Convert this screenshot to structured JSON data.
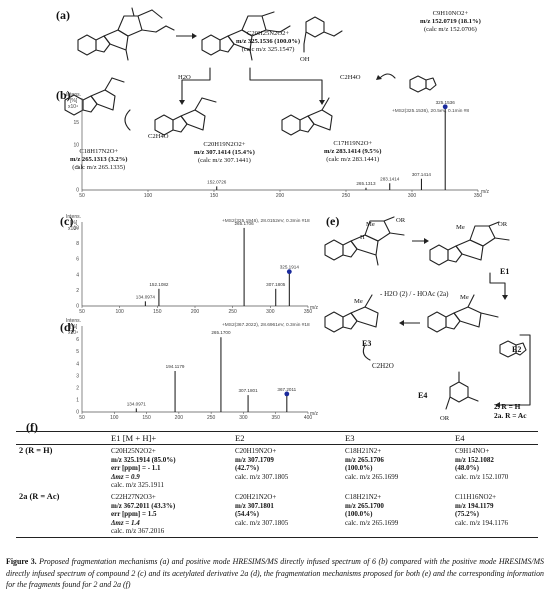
{
  "panels": {
    "a": "(a)",
    "b": "(b)",
    "c": "(c)",
    "d": "(d)",
    "e": "(e)",
    "f": "(f)"
  },
  "scheme_a": {
    "ion_formula": "C20H25N2O2+",
    "ion_mz": "m/z 325.1536 (100.0%)",
    "ion_calc": "(calc m/z 325.1547)",
    "frag_formula": "C9H10NO2+",
    "frag_mz": "m/z 152.0719 (18.1%)",
    "frag_calc": "(calc m/z 152.0706)",
    "frag_oh": "OH",
    "c9_arrow": "C9H10NO2+"
  },
  "scheme_b": {
    "water": "H2O",
    "c2h4o_right": "C2H4O",
    "c2h4o_left": "C2H4O",
    "f1_formula": "C18H17N2O+",
    "f1_mz": "m/z 265.1313 (3.2%)",
    "f1_calc": "(calc m/z 265.1335)",
    "f2_formula": "C20H19N2O2+",
    "f2_mz": "m/z 307.1414 (15.4%)",
    "f2_calc": "(calc m/z 307.1441)",
    "f3_formula": "C17H19N2O+",
    "f3_mz": "m/z 283.1414 (9.5%)",
    "f3_calc": "(calc m/z 283.1441)"
  },
  "spectrum_b": {
    "header": "+MS2(325.1536), 20.5eV, 0.1min #8",
    "intens_label": "Intens.",
    "unit": "[%]",
    "scale": "x10⁴",
    "x_label": "m/z",
    "peak_labels": [
      "152.0726",
      "265.1313",
      "283.1414",
      "307.1414",
      "325.1536"
    ]
  },
  "spectrum_c": {
    "header": "+MS2(325.1946), 28.0152eV, 0.3min #18",
    "intens_label": "Intens.",
    "unit": "[%]",
    "scale": "x10⁴",
    "x_label": "m/z",
    "peak_labels": [
      "134.0974",
      "152.1082",
      "265.1706",
      "307.1805",
      "325.1914"
    ]
  },
  "spectrum_d": {
    "header": "+MS2(367.2022), 28.6961eV, 0.3min #18",
    "intens_label": "Intens.",
    "unit": "[%]",
    "scale": "x10⁴",
    "x_label": "m/z",
    "peak_labels": [
      "134.0971",
      "194.1179",
      "265.1700",
      "307.1801",
      "367.2011"
    ]
  },
  "scheme_e": {
    "me1": "Me",
    "or1": "OR",
    "h1": "H",
    "me2": "Me",
    "or2": "OR",
    "e1": "E1",
    "loss": "- H2O (2) / - HOAc (2a)",
    "me3": "Me",
    "e2": "E2",
    "me4": "Me",
    "e3": "E3",
    "c2h2o": "C2H2O",
    "e4": "E4",
    "r_h": "2. R = H",
    "r_ac": "2a. R = Ac",
    "e4_or": "OR"
  },
  "chart_data": [
    {
      "type": "bar",
      "panel": "(b)",
      "x": [
        152.0726,
        265.1313,
        283.1414,
        307.1414,
        325.1536
      ],
      "values": [
        0.8,
        0.5,
        1.5,
        2.5,
        18.5
      ],
      "xlim": [
        50,
        350
      ],
      "x_ticks": [
        50,
        100,
        150,
        200,
        250,
        300,
        350
      ],
      "ylim": [
        0,
        20
      ],
      "y_ticks": [
        0,
        5,
        10,
        15
      ],
      "marker_peak": 325.1536
    },
    {
      "type": "bar",
      "panel": "(c)",
      "x": [
        134.0974,
        152.1082,
        265.1706,
        307.1805,
        325.1914
      ],
      "values": [
        0.6,
        2.2,
        10.0,
        2.2,
        4.4
      ],
      "xlim": [
        50,
        350
      ],
      "x_ticks": [
        50,
        100,
        150,
        200,
        250,
        300,
        350
      ],
      "ylim": [
        0,
        10.5
      ],
      "y_ticks": [
        0,
        2,
        4,
        6,
        8,
        10
      ],
      "marker_peak": 325.1914
    },
    {
      "type": "bar",
      "panel": "(d)",
      "x": [
        134.0971,
        194.1179,
        265.17,
        307.1801,
        367.2011
      ],
      "values": [
        0.3,
        3.4,
        6.2,
        1.4,
        1.5
      ],
      "xlim": [
        50,
        400
      ],
      "x_ticks": [
        50,
        100,
        150,
        200,
        250,
        300,
        350,
        400
      ],
      "ylim": [
        0,
        6.8
      ],
      "y_ticks": [
        0,
        1,
        2,
        3,
        4,
        5,
        6
      ],
      "marker_peak": 367.2011
    }
  ],
  "table": {
    "headers": [
      "",
      "E1 [M + H]+",
      "E2",
      "E3",
      "E4"
    ],
    "rows": [
      {
        "label": "2 (R = H)",
        "e1": [
          "C20H25N2O2+",
          "m/z 325.1914 (85.0%)",
          "err [ppm] = - 1.1",
          "Δmz = 0.9",
          "calc. m/z 325.1911"
        ],
        "e2": [
          "C20H19N2O+",
          "m/z 307.1709",
          "(42.7%)",
          "calc. m/z 307.1805"
        ],
        "e3": [
          "C18H21N2+",
          "m/z 265.1706",
          "(100.0%)",
          "calc. m/z 265.1699"
        ],
        "e4": [
          "C9H14NO+",
          "m/z 152.1082",
          "(48.0%)",
          "calc. m/z 152.1070"
        ]
      },
      {
        "label": "2a (R = Ac)",
        "e1": [
          "C22H27N2O3+",
          "m/z 367.2011 (43.3%)",
          "err [ppm] = 1.5",
          "Δmz = 1.4",
          "calc. m/z 367.2016"
        ],
        "e2": [
          "C20H21N2O+",
          "m/z 307.1801",
          "(54.4%)",
          "calc. m/z 307.1805"
        ],
        "e3": [
          "C18H21N2+",
          "m/z 265.1700",
          "(100.0%)",
          "calc. m/z 265.1699"
        ],
        "e4": [
          "C11H16NO2+",
          "m/z 194.1179",
          "(75.2%)",
          "calc. m/z 194.1176"
        ]
      }
    ]
  },
  "caption": {
    "label": "Figure 3.",
    "text": " Proposed fragmentation mechanisms (a) and positive mode HRESIMS/MS directly infused spectrum of 6 (b) compared with the positive mode HRESIMS/MS directly infused spectrum of compound 2 (c) and its acetylated derivative 2a (d), the fragmentation mechanisms proposed for both (e) and the corresponding information for the fragments found for 2 and 2a (f)"
  }
}
